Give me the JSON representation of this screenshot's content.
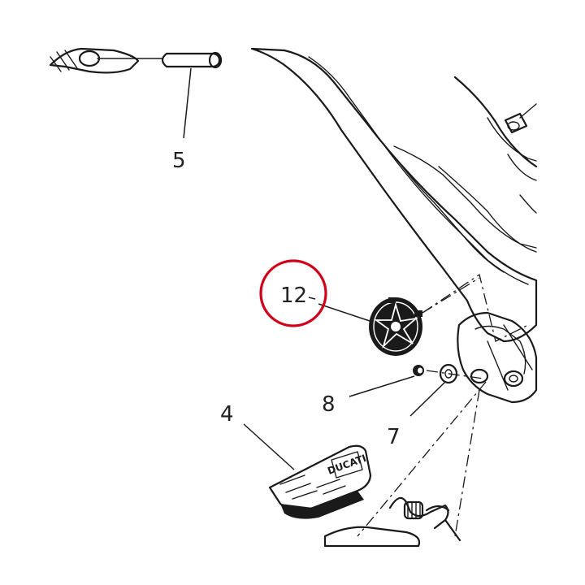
{
  "diagram": {
    "highlight_color": "#d0021b",
    "ink_color": "#1a1a1a",
    "callouts": {
      "part_12": "12",
      "part_5": "5",
      "part_8": "8",
      "part_7": "7",
      "part_4": "4"
    },
    "footpeg_brand": "DUCATI"
  }
}
